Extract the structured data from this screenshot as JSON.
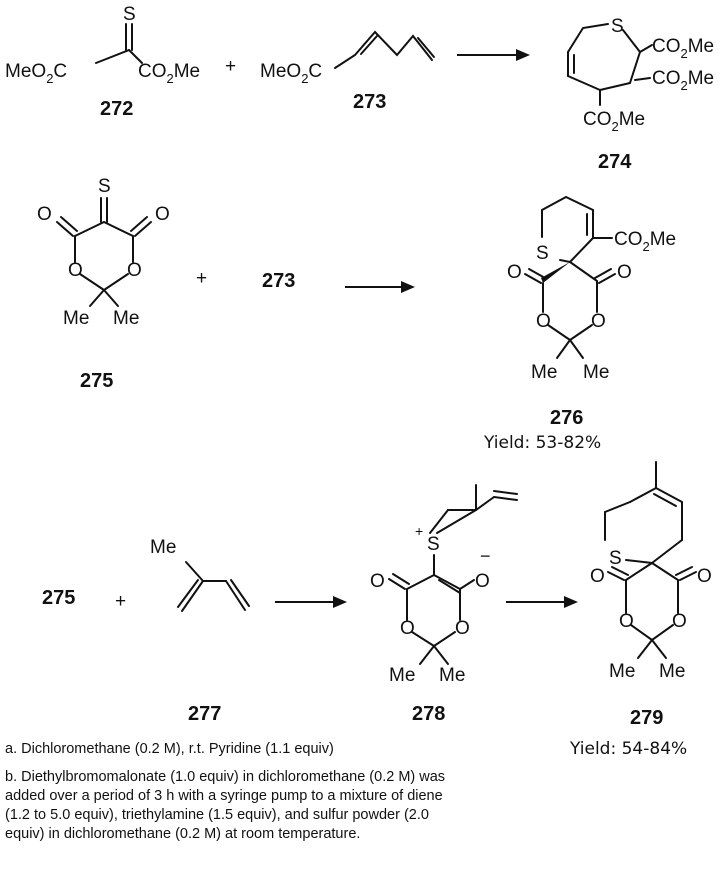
{
  "compounds": {
    "c272": {
      "number": "272",
      "left_group": "MeO",
      "right_group": "CO",
      "o_sub": "2",
      "me": "Me",
      "thione": "S"
    },
    "c273": {
      "number": "273",
      "group": "MeO",
      "o_sub": "2"
    },
    "c274": {
      "number": "274",
      "ring_s": "S",
      "ester": "CO",
      "o_sub": "2",
      "me": "Me"
    },
    "c275": {
      "number": "275",
      "oxygen": "O",
      "methyl": "Me",
      "thione": "S"
    },
    "c276": {
      "number": "276",
      "ring_s": "S",
      "oxygen": "O",
      "methyl": "Me",
      "ester": "CO",
      "o_sub": "2"
    },
    "c277": {
      "number": "277",
      "methyl": "Me"
    },
    "c278": {
      "number": "278",
      "sulfonium": "S",
      "plus": "+",
      "minus": "−",
      "oxygen": "O",
      "methyl": "Me"
    },
    "c279": {
      "number": "279",
      "ring_s": "S",
      "oxygen": "O",
      "methyl": "Me"
    }
  },
  "plus_sign": "+",
  "yields": {
    "y276": "Yield: 53-82%",
    "y279": "Yield: 54-84%"
  },
  "notes": {
    "a": "a. Dichloromethane (0.2 M), r.t. Pyridine (1.1 equiv)",
    "b": "b. Diethylbromomalonate (1.0 equiv) in dichloromethane (0.2 M) was added over a period of 3 h with a syringe pump to a mixture of diene (1.2 to 5.0 equiv), triethylamine (1.5 equiv), and sulfur powder (2.0 equiv) in dichloromethane (0.2 M) at room temperature."
  }
}
